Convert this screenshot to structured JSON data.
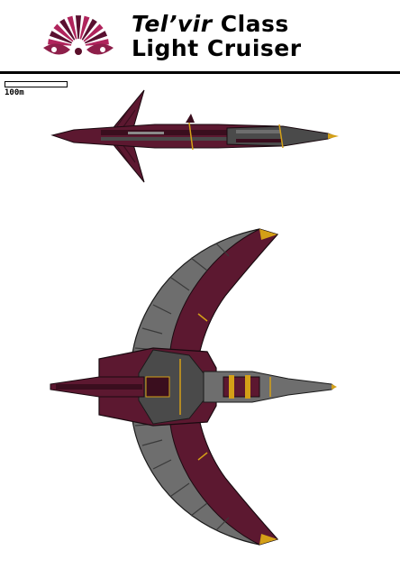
{
  "title": {
    "line1_italic": "Tel’vir",
    "line1_rest": " Class",
    "line2": "Light Cruiser"
  },
  "scale": {
    "label": "100m"
  },
  "colors": {
    "hull": "#5c1830",
    "hull_dark": "#3a0e1e",
    "wing_gray": "#6e6e6e",
    "wing_gray_dark": "#4a4a4a",
    "accent_gold": "#d4a017",
    "emblem_magenta": "#b0245c"
  }
}
